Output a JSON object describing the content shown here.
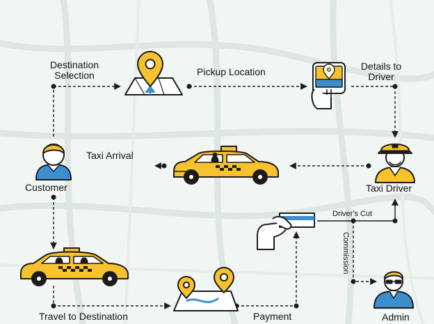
{
  "diagram": {
    "labels": {
      "destination_selection": "Destination\nSelection",
      "pickup_location": "Pickup Location",
      "details_to_driver": "Details to\nDriver",
      "taxi_arrival": "Taxi Arrival",
      "customer": "Customer",
      "taxi_driver": "Taxi Driver",
      "drivers_cut": "Driver's Cut",
      "commission": "Commission",
      "travel_to_destination": "Travel to Destination",
      "payment": "Payment",
      "admin": "Admin"
    },
    "colors": {
      "taxi_yellow": "#f7c22e",
      "accent_blue": "#3b8fcf",
      "outline": "#1c1c1c",
      "map_road": "#dde6e2",
      "map_bg": "#eef3f1"
    },
    "icons": [
      "map-pin-icon",
      "phone-pin-icon",
      "taxi-icon",
      "customer-icon",
      "taxi-driver-icon",
      "card-payment-icon",
      "route-map-icon",
      "admin-icon"
    ]
  }
}
